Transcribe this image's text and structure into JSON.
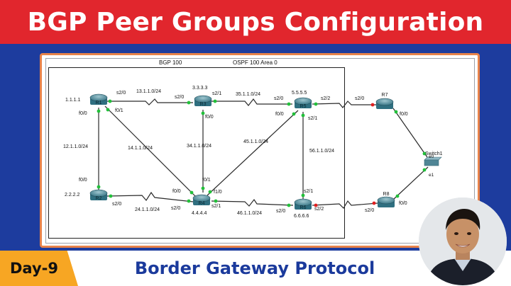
{
  "title": "BGP Peer Groups Configuration",
  "day_badge": "Day-9",
  "subtitle": "Border Gateway Protocol",
  "areas": {
    "bgp": "BGP 100",
    "ospf": "OSPF 100 Area 0"
  },
  "colors": {
    "title_bg": "#e1262d",
    "page_bg": "#1d3c9e",
    "badge": "#f7a623",
    "frame": "#e8834a",
    "link": "#2a2a2a",
    "green_dot": "#22c03a",
    "red_dot": "#e02020"
  },
  "routers": {
    "r1": {
      "name": "R1",
      "addr": "1.1.1.1"
    },
    "r2": {
      "name": "R2",
      "addr": "2.2.2.2"
    },
    "r3": {
      "name": "R3",
      "addr": "3.3.3.3"
    },
    "r4": {
      "name": "R4",
      "addr": "4.4.4.4"
    },
    "r5": {
      "name": "R5",
      "addr": "5.5.5.5"
    },
    "r6": {
      "name": "R6",
      "addr": "6.6.6.6"
    },
    "r7": {
      "name": "R7"
    },
    "r8": {
      "name": "R8"
    }
  },
  "switch": {
    "name": "Switch1",
    "port_top": "e0",
    "port_bottom": "e1"
  },
  "subnets": {
    "r1_r3": "13.1.1.0/24",
    "r1_r2": "12.1.1.0/24",
    "r1_r4": "14.1.1.0/24",
    "r3_r5": "35.1.1.0/24",
    "r3_r4": "34.1.1.0/24",
    "r4_r5": "45.1.1.0/24",
    "r2_r4": "24.1.1.0/24",
    "r4_r6": "46.1.1.0/24",
    "r5_r6": "56.1.1.0/24"
  },
  "interfaces": {
    "r1_s20": "s2/0",
    "r1_f00": "f0/0",
    "r1_f01": "f0/1",
    "r3_s20": "s2/0",
    "r3_s21": "s2/1",
    "r3_f00": "f0/0",
    "r5_s20": "s2/0",
    "r5_s22": "s2/2",
    "r5_f00": "f0/0",
    "r5_s21": "s2/1",
    "r7_s20": "s2/0",
    "r7_f00": "f0/0",
    "r2_f00": "f0/0",
    "r2_s20": "s2/0",
    "r4_f00": "f0/0",
    "r4_f01": "f0/1",
    "r4_f10": "f1/0",
    "r4_s20": "s2/0",
    "r4_s21": "s2/1",
    "r6_s21": "s2/1",
    "r6_s20": "s2/0",
    "r6_s22": "s2/2",
    "r8_s20": "s2/0",
    "r8_f00": "f0/0"
  }
}
